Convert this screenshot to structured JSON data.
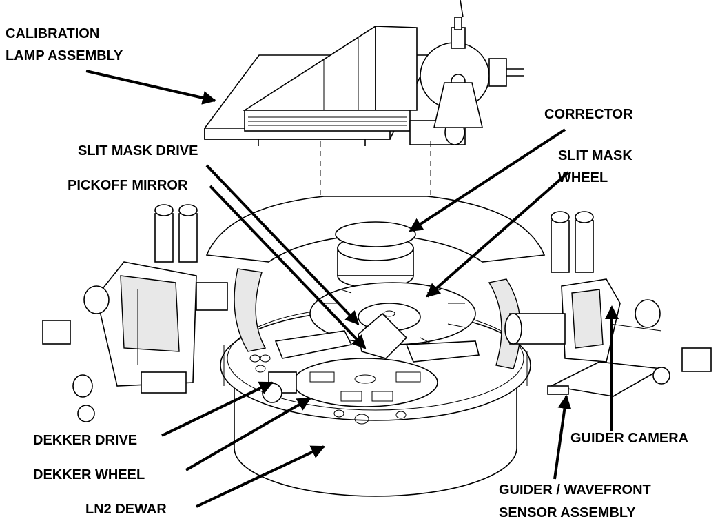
{
  "labels": {
    "calibration_line1": "CALIBRATION",
    "calibration_line2": "LAMP ASSEMBLY",
    "corrector": "CORRECTOR",
    "slit_mask_drive": "SLIT MASK DRIVE",
    "slit_mask_wheel_line1": "SLIT MASK",
    "slit_mask_wheel_line2": "WHEEL",
    "pickoff_mirror": "PICKOFF MIRROR",
    "dekker_drive": "DEKKER DRIVE",
    "dekker_wheel": "DEKKER WHEEL",
    "ln2_dewar": "LN2 DEWAR",
    "guider_camera": "GUIDER CAMERA",
    "guider_wavefront_line1": "GUIDER / WAVEFRONT",
    "guider_wavefront_line2": "SENSOR ASSEMBLY"
  }
}
